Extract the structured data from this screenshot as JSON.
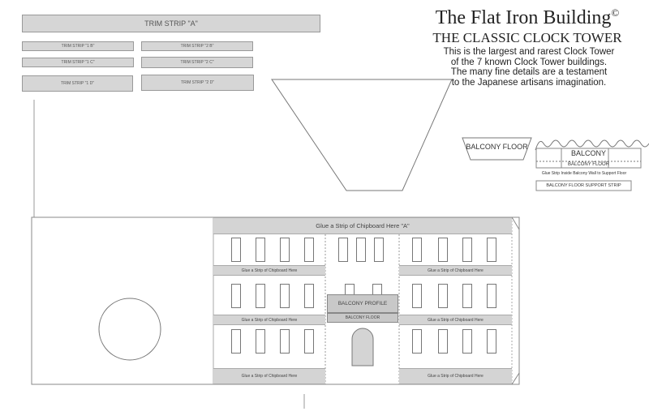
{
  "trim_strips": {
    "a": "TRIM STRIP  \"A\"",
    "b1": "TRIM STRIP \"1 B\"",
    "b2": "TRIM STRIP \"2 B\"",
    "c1": "TRIM STRIP \"1 C\"",
    "c2": "TRIM STRIP \"2 C\"",
    "d1": "TRIM STRIP \"1 D\"",
    "d2": "TRIM STRIP \"2 D\""
  },
  "header": {
    "title": "The Flat Iron Building",
    "copyright": "©",
    "subtitle": "THE CLASSIC CLOCK TOWER",
    "description": [
      "This is the largest and rarest Clock Tower",
      "of the 7 known Clock Tower buildings.",
      "The many fine details are a testament",
      "to the Japanese artisans imagination."
    ]
  },
  "balcony": {
    "floor": "BALCONY FLOOR",
    "label": "BALCONY",
    "floor_inner": "BALCONY FLOOR",
    "glue_note": "Glue Strip Inside Balcony Wall to Support Floor",
    "support_strip": "BALCONY FLOOR SUPPORT STRIP"
  },
  "facade": {
    "top_band": "Glue a Strip of Chipboard Here \"A\"",
    "band": "Glue a Strip of Chipboard Here",
    "balcony_profile": "BALCONY PROFILE",
    "balcony_floor": "BALCONY FLOOR"
  }
}
